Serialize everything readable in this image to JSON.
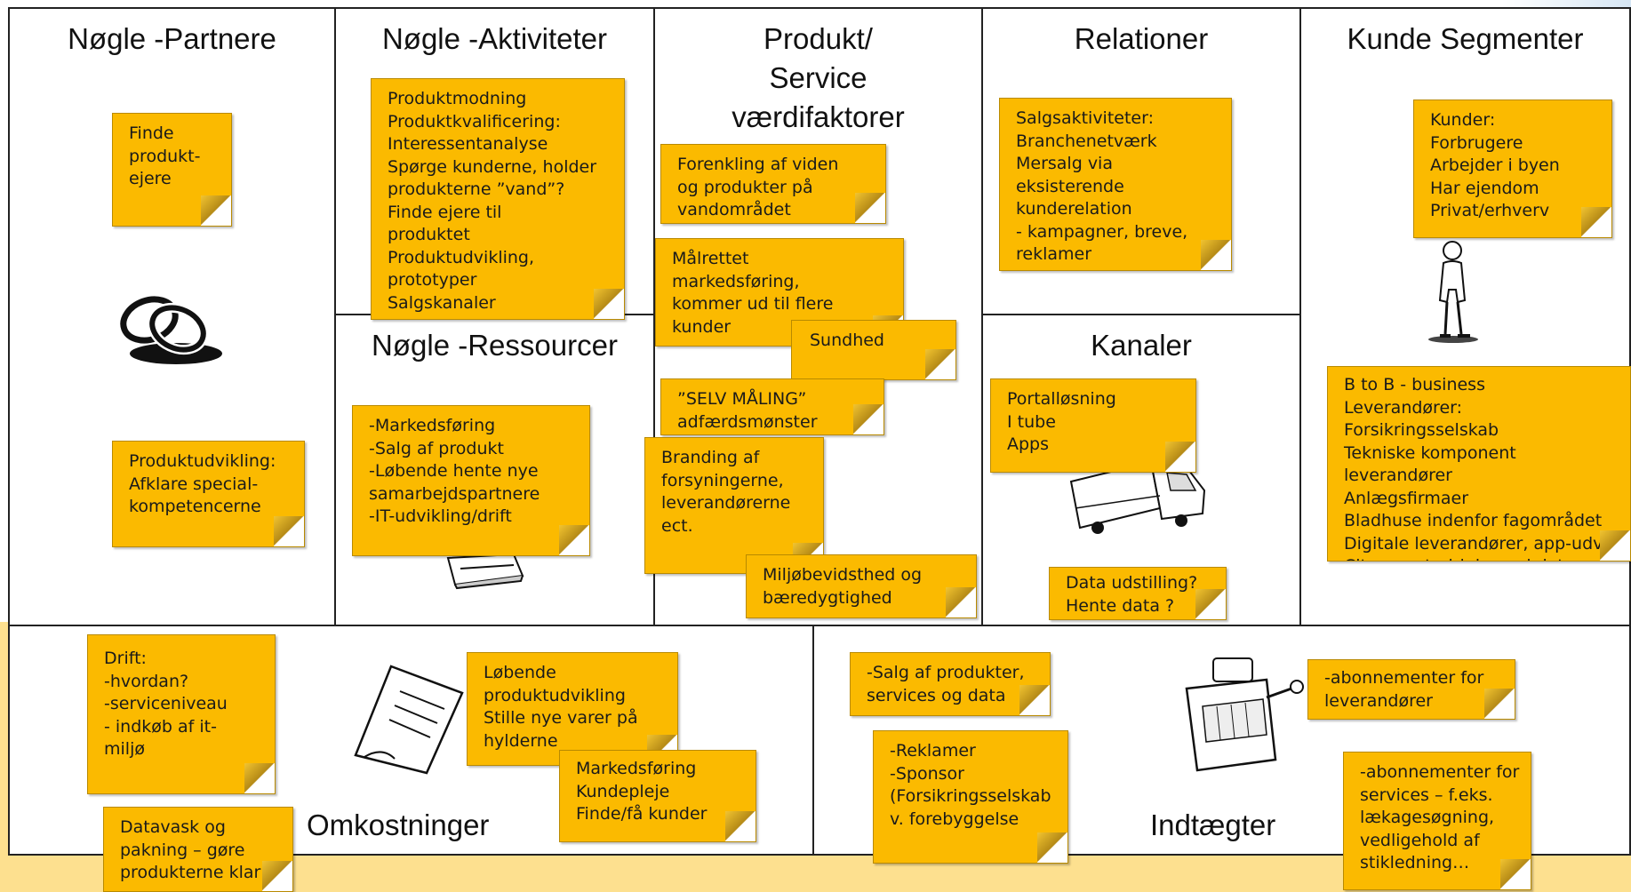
{
  "cells": {
    "partners": "Nøgle -Partnere",
    "activities": "Nøgle -Aktiviteter",
    "resources": "Nøgle -Ressourcer",
    "value": "Produkt/\nService\nværdifaktorer",
    "relations": "Relationer",
    "channels": "Kanaler",
    "segments": "Kunde Segmenter",
    "costs": "Omkostninger",
    "revenue": "Indtægter"
  },
  "notes": {
    "partners_1": "Finde\nprodukt-\nejere",
    "partners_2": "Produktudvikling:\nAfklare special-\nkompetencerne",
    "activities_1": "Produktmodning\nProduktkvalificering:\nInteressentanalyse\nSpørge kunderne, holder\nprodukterne ”vand”?\nFinde ejere til\nproduktet\nProduktudvikling,\nprototyper\nSalgskanaler",
    "resources_1": "-Markedsføring\n-Salg af produkt\n-Løbende hente nye\nsamarbejdspartnere\n-IT-udvikling/drift",
    "value_1": "Forenkling af viden\nog produkter på\nvandområdet",
    "value_2": "Målrettet\nmarkedsføring,\nkommer ud til flere\nkunder",
    "value_3": "Sundhed",
    "value_4": "”SELV MÅLING”\nadfærdsmønster",
    "value_5": "Branding af\nforsyningerne,\nleverandørerne\nect.",
    "value_6": "Miljøbevidsthed og\nbæredygtighed",
    "relations_1": "Salgsaktiviteter:\nBranchenetværk\nMersalg via\neksisterende\nkunderelation\n- kampagner, breve,\nreklamer",
    "channels_1": "Portalløsning\nI tube\nApps",
    "channels_2": "Data udstilling?\nHente data ?",
    "segments_1": "Kunder:\nForbrugere\nArbejder i byen\nHar ejendom\nPrivat/erhverv",
    "segments_2": "B to B - business\nLeverandører:\nForsikringsselskab\nTekniske komponent leverandører\nAnlægsfirmaer\nBladhuse indenfor fagområdet\nDigitale leverandører, app-udv.\nCity smart, drinks and data",
    "costs_1": "Drift:\n-hvordan?\n-serviceniveau\n- indkøb af it-\nmiljø",
    "costs_2": "Løbende\nproduktudvikling\nStille nye varer på\nhylderne",
    "costs_3": "Markedsføring\nKundepleje\nFinde/få kunder",
    "costs_4": "Datavask og\npakning – gøre\nprodukterne klar",
    "revenue_1": "-Salg af produkter,\nservices og data",
    "revenue_2": "-Reklamer\n-Sponsor\n(Forsikringsselskab\nv. forebyggelse",
    "revenue_3": "-abonnementer for\nleverandører",
    "revenue_4": "-abonnementer for\nservices – f.eks.\nlækagesøgning,\nvedligehold af\nstikledning…"
  },
  "colors": {
    "note": "#fbba00",
    "bottom_band": "#fde08f",
    "border": "#222222"
  },
  "icons": [
    "chain-links-icon",
    "person-icon",
    "truck-icon",
    "cash-register-icon",
    "document-icon",
    "machine-icon"
  ]
}
